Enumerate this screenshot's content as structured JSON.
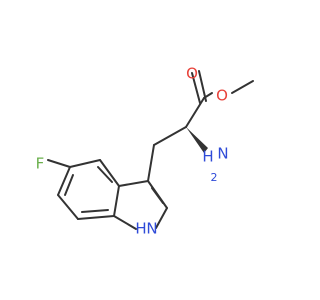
{
  "molecule": {
    "atoms": {
      "fluorine": "F",
      "carbonyl_oxygen": "O",
      "ester_oxygen": "O",
      "amine_h": "H",
      "amine_n": "N",
      "amine_sub": "2",
      "indole_n": "N",
      "indole_h": "H"
    },
    "colors": {
      "bond": "#333333",
      "fluorine": "#6ab04c",
      "oxygen": "#e8423a",
      "nitrogen": "#2f4bd8"
    }
  }
}
